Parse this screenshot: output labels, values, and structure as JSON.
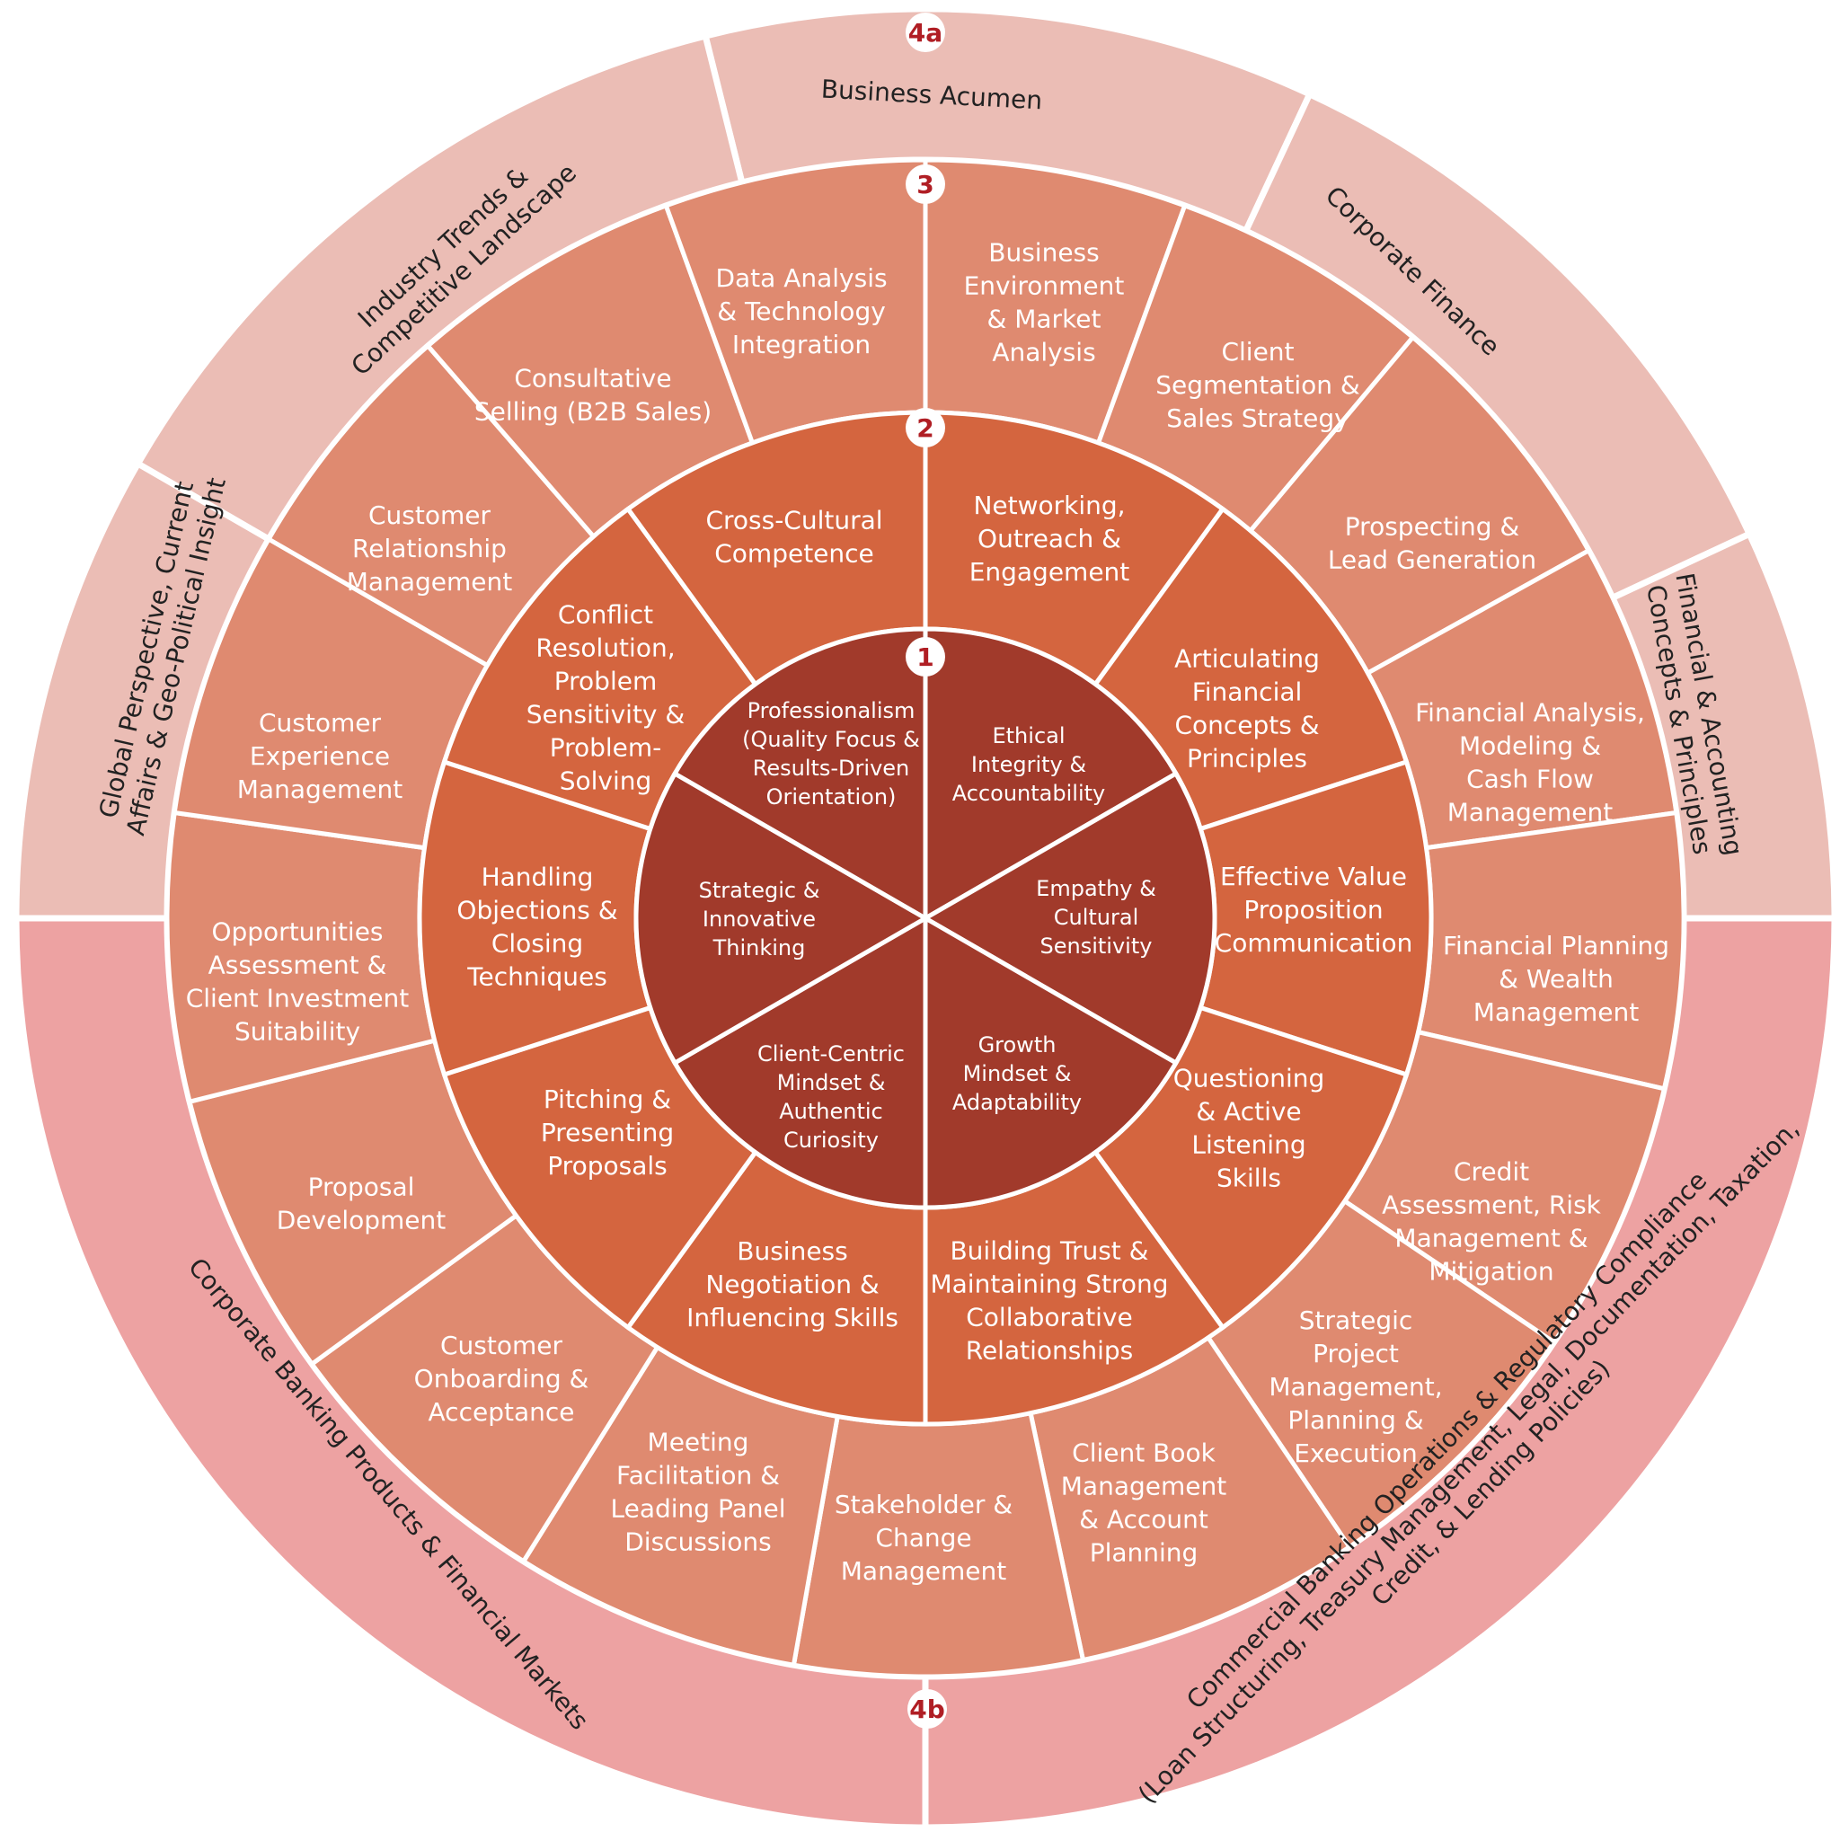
{
  "colors": {
    "ring1": "#a13a2b",
    "ring2": "#d4653f",
    "ring3": "#df8a70",
    "ring4a": "#ebbdb5",
    "ring4b": "#eda2a2",
    "badge_text": "#b01e24",
    "divider": "#ffffff"
  },
  "badges": {
    "ring1": "1",
    "ring2": "2",
    "ring3": "3",
    "ring4a": "4a",
    "ring4b": "4b"
  },
  "ring1": [
    "Professionalism (Quality Focus & Results-Driven Orientation)",
    "Ethical Integrity & Accountability",
    "Empathy & Cultural Sensitivity",
    "Growth Mindset & Adaptability",
    "Client-Centric Mindset & Authentic Curiosity",
    "Strategic & Innovative Thinking"
  ],
  "ring2": [
    "Networking, Outreach & Engagement",
    "Articulating Financial Concepts & Principles",
    "Effective Value Proposition Communication",
    "Questioning & Active Listening Skills",
    "Building Trust & Maintaining Strong Collaborative Relationships",
    "Business Negotiation & Influencing Skills",
    "Pitching & Presenting Proposals",
    "Handling Objections & Closing Techniques",
    "Conflict Resolution, Problem Sensitivity & Problem-Solving",
    "Cross-Cultural Competence"
  ],
  "ring3": [
    "Business Environment & Market Analysis",
    "Client Segmentation & Sales Strategy",
    "Prospecting & Lead Generation",
    "Financial Analysis, Modeling & Cash Flow Management",
    "Financial Planning & Wealth Management",
    "Credit Assessment, Risk Management & Mitigation",
    "Strategic Project Management, Planning & Execution",
    "Client Book Management & Account Planning",
    "Stakeholder & Change Management",
    "Meeting Facilitation & Leading Panel Discussions",
    "Customer Onboarding & Acceptance",
    "Proposal Development",
    "Opportunities Assessment & Client Investment Suitability",
    "Customer Experience Management",
    "Customer Relationship Management",
    "Consultative Selling (B2B Sales)",
    "Data Analysis & Technology Integration"
  ],
  "ring4a": [
    "Business Acumen",
    "Corporate Finance",
    "Financial & Accounting Concepts & Principles",
    "Global Perspective, Current Affairs & Geo-Political Insight",
    "Industry Trends & Competitive Landscape"
  ],
  "ring4b": [
    "Commercial Banking Operations & Regulatory Compliance (Loan Structuring, Treasury Management, Legal, Documentation, Taxation, Credit, & Lending Policies)",
    "Corporate Banking Products & Financial Markets"
  ]
}
